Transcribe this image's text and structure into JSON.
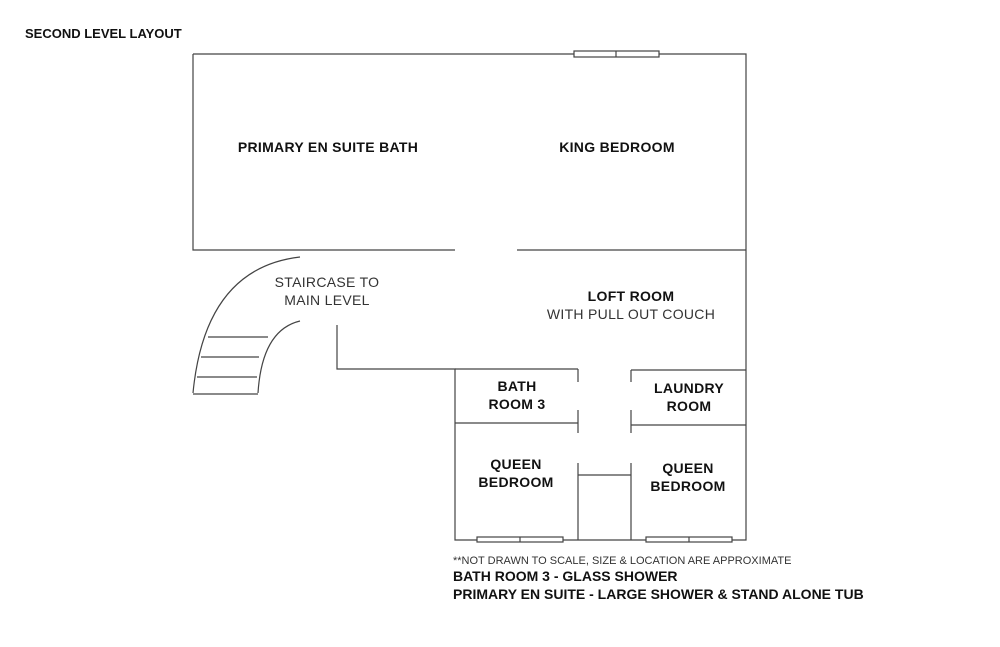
{
  "title": "SECOND LEVEL LAYOUT",
  "rooms": {
    "primary_bath": "PRIMARY EN SUITE BATH",
    "king_bedroom": "KING BEDROOM",
    "staircase": [
      "STAIRCASE TO",
      "MAIN LEVEL"
    ],
    "loft": [
      "LOFT ROOM",
      "WITH PULL OUT COUCH"
    ],
    "bath3": [
      "BATH",
      "ROOM 3"
    ],
    "laundry": [
      "LAUNDRY",
      "ROOM"
    ],
    "queen_left": [
      "QUEEN",
      "BEDROOM"
    ],
    "queen_right": [
      "QUEEN",
      "BEDROOM"
    ]
  },
  "notes": [
    "**NOT DRAWN TO SCALE, SIZE & LOCATION ARE APPROXIMATE",
    "BATH ROOM 3 - GLASS SHOWER",
    "PRIMARY EN SUITE - LARGE SHOWER & STAND ALONE TUB"
  ]
}
